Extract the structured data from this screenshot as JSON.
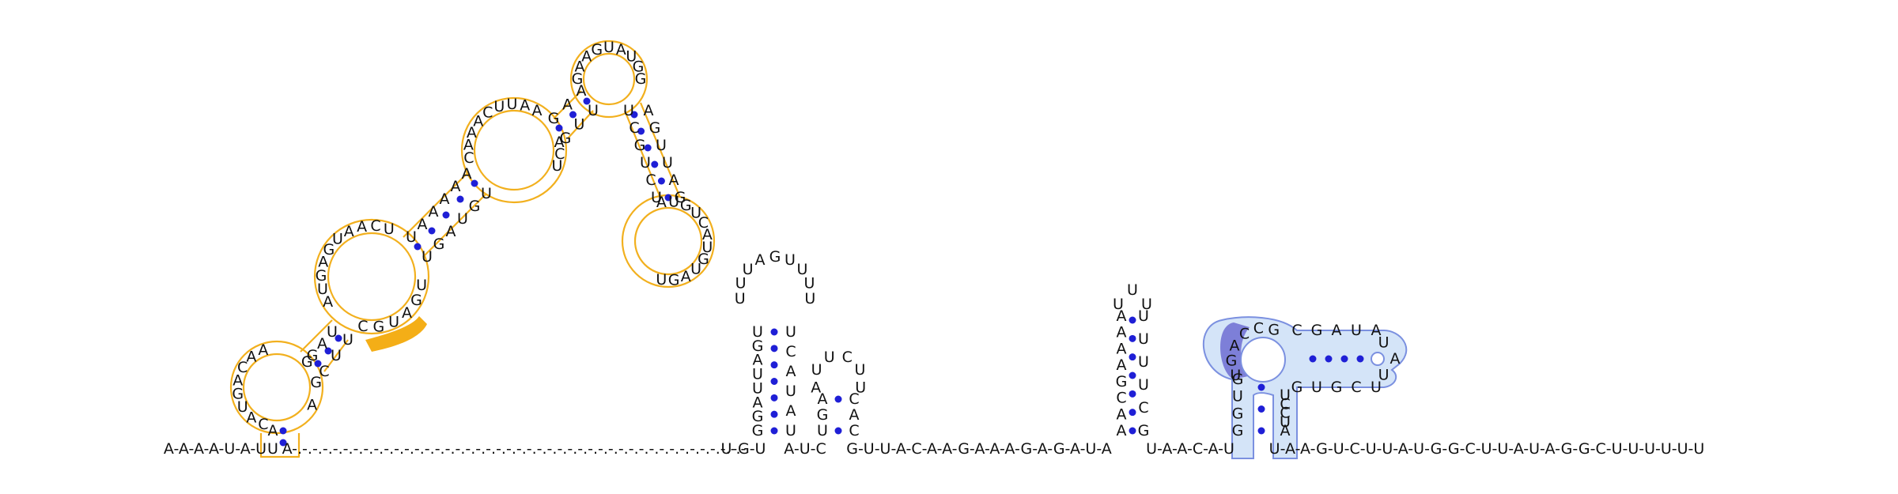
{
  "colors": {
    "outline": "#f2b01e",
    "outline_highlight": "#f4ae17",
    "blue_fill": "#d4e4f8",
    "blue_outline": "#7b90e0",
    "blue_highlight": "#7d7fd8",
    "pair_dot": "#1f1fd6",
    "base": "#111111",
    "backbone": "#555555"
  },
  "line": {
    "prefix": "A-A-A-A-U-A-U",
    "spacer": "A-.-.-.-.-.-.-.-.-.-.-.-.-.-.-.-.-.-.-.-.-.-.-.-.-.-.-.-.-.-.-.-.-.-.-.-.-.-.-.-.-.-.-.-.-",
    "seg1": "U-G-U",
    "seg2": "A-U-C",
    "seg3": "G-U-U-A-C-A-A-G-A-A-A-G-A-G-A-U-A",
    "seg4": "U-A-A-C-A-U",
    "tail": "U-A-A-G-U-C-U-U-A-U-G-G-C-U-U-A-U-A-G-G-C-U-U-U-U-U-U"
  },
  "big_structure": {
    "bases": [
      "U",
      "A",
      "C",
      "A",
      "U",
      "G",
      "A",
      "C",
      "A",
      "A",
      "G",
      "A",
      "U",
      "A",
      "U",
      "G",
      "A",
      "G",
      "U",
      "A",
      "A",
      "C",
      "U",
      "U",
      "A",
      "A",
      "A",
      "A",
      "A",
      "C",
      "A",
      "A",
      "A",
      "C",
      "U",
      "U",
      "A",
      "A",
      "G",
      "A",
      "A",
      "G",
      "A",
      "A",
      "G",
      "U",
      "A",
      "U",
      "G",
      "G",
      "U",
      "C",
      "G",
      "U",
      "C",
      "U",
      "A",
      "U",
      "G",
      "U",
      "C",
      "A",
      "U",
      "G",
      "U",
      "A",
      "G",
      "U",
      "G",
      "A",
      "U",
      "U",
      "G",
      "A",
      "U",
      "U",
      "G",
      "A",
      "C",
      "U",
      "U",
      "G",
      "U",
      "A",
      "G",
      "U",
      "U",
      "G",
      "A",
      "U",
      "G",
      "C",
      "U",
      "U",
      "C",
      "G",
      "G",
      "A"
    ]
  },
  "hairpin_a": {
    "bases": [
      "G",
      "G",
      "A",
      "U",
      "U",
      "A",
      "G",
      "U",
      "U",
      "U",
      "U",
      "A",
      "G",
      "U",
      "U",
      "U",
      "U",
      "U",
      "C",
      "A",
      "U",
      "A",
      "U"
    ]
  },
  "hairpin_b": {
    "bases": [
      "U",
      "G",
      "A",
      "A",
      "U",
      "U",
      "C",
      "U",
      "U",
      "C",
      "A",
      "C"
    ]
  },
  "hairpin_c": {
    "bases": [
      "A",
      "A",
      "C",
      "G",
      "A",
      "A",
      "A",
      "A",
      "U",
      "U",
      "U",
      "U",
      "U",
      "U",
      "U",
      "C",
      "G"
    ]
  },
  "blue_structure": {
    "bases": [
      "G",
      "G",
      "U",
      "G",
      "U",
      "G",
      "A",
      "C",
      "C",
      "G",
      "C",
      "G",
      "A",
      "U",
      "A",
      "U",
      "A",
      "U",
      "U",
      "C",
      "G",
      "U",
      "G",
      "U",
      "C",
      "C",
      "U",
      "A"
    ]
  }
}
